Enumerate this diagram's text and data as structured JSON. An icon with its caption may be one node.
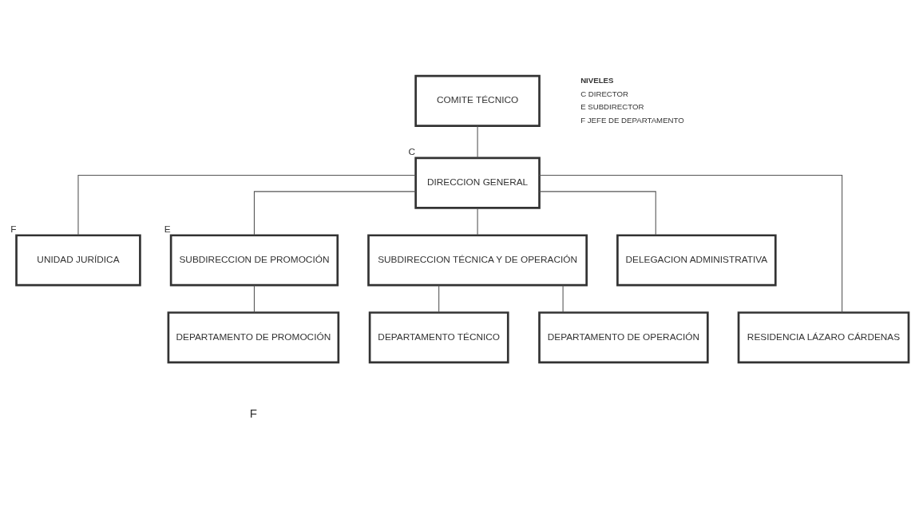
{
  "diagram": {
    "nodes": [
      {
        "text": [
          "COMITE TÉCNICO"
        ]
      },
      {
        "text": [
          "DIRECCION GENERAL"
        ],
        "beside": [
          "C"
        ]
      },
      {
        "text": [
          "UNIDAD JURÍDICA"
        ],
        "beside": [
          "F"
        ]
      },
      {
        "text": [
          "SUBDIRECCION DE PROMOCIÓN"
        ],
        "beside": [
          "E"
        ]
      },
      {
        "text": [
          "SUBDIRECCION TÉCNICA Y DE OPERACIÓN"
        ]
      },
      {
        "text": [
          "DELEGACION ADMINISTRATIVA"
        ]
      },
      {
        "text": [
          "DEPARTAMENTO DE PROMOCIÓN"
        ]
      },
      {
        "text": [
          "DEPARTAMENTO TÉCNICO"
        ]
      },
      {
        "text": [
          "RESIDENCIA LÁZARO CÁRDENAS"
        ]
      },
      {
        "text": [
          "DEPARTAMENTO DE OPERACIÓN"
        ]
      }
    ],
    "edges": [
      {
        "from": 0,
        "to": 1,
        "arrow": "none"
      },
      {
        "from": 1,
        "to": 2,
        "arrow": "none"
      },
      {
        "from": 1,
        "to": 3,
        "arrow": "none"
      },
      {
        "from": 1,
        "to": 4,
        "arrow": "none"
      },
      {
        "from": 1,
        "to": 8,
        "arrow": "none"
      },
      {
        "from": 1,
        "to": 5,
        "arrow": "none"
      },
      {
        "from": 3,
        "to": 6,
        "arrow": "none"
      },
      {
        "from": 4,
        "to": 7,
        "arrow": "none"
      },
      {
        "from": 4,
        "to": 9,
        "arrow": "none"
      }
    ],
    "labels": [
      "NIVELES",
      "F"
    ],
    "legend": [
      {
        "text": "C DIRECTOR"
      },
      {
        "text": "E SUBDIRECTOR"
      },
      {
        "text": "F JEFE DE DEPARTAMENTO"
      }
    ]
  }
}
